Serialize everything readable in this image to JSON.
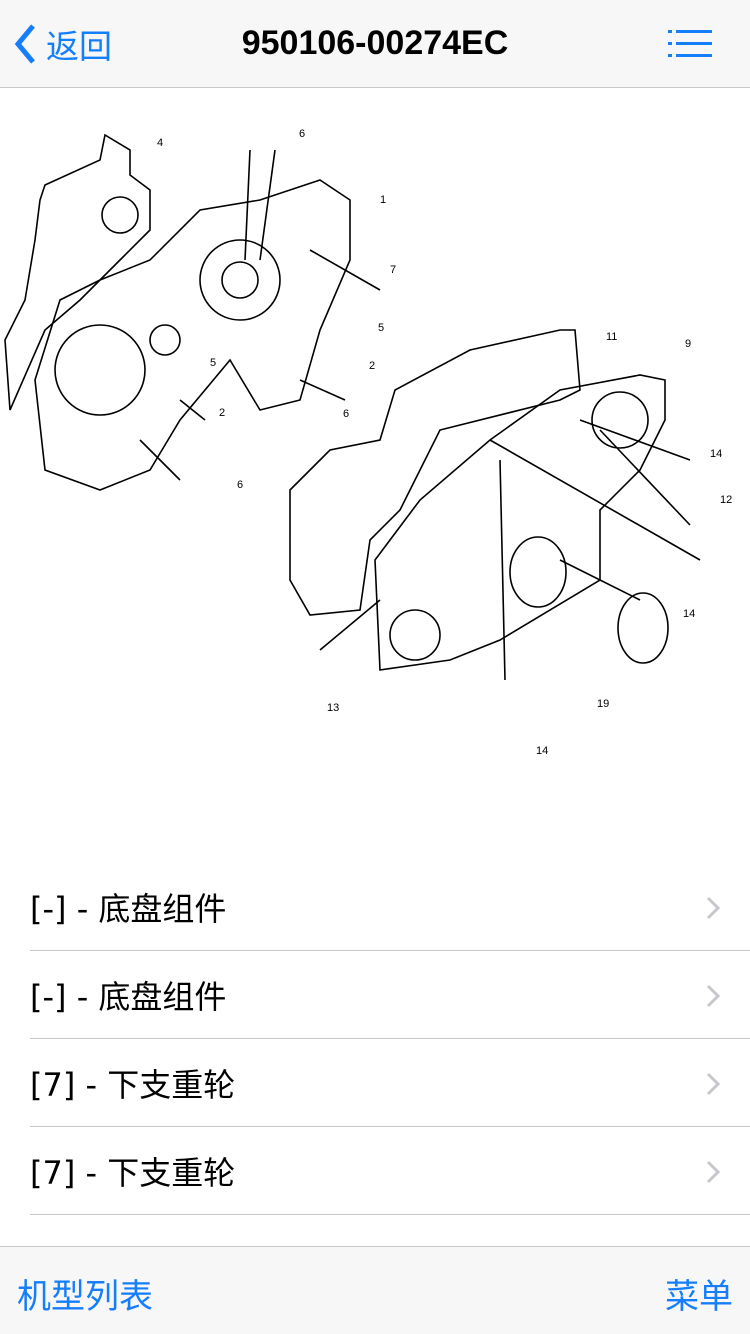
{
  "nav": {
    "back_label": "返回",
    "title": "950106-00274EC"
  },
  "diagram": {
    "callouts": [
      "6",
      "4",
      "1",
      "7",
      "5",
      "2",
      "5",
      "2",
      "6",
      "6",
      "11",
      "9",
      "14",
      "12",
      "14",
      "13",
      "19",
      "14"
    ]
  },
  "list": {
    "items": [
      {
        "label": "[-] - 底盘组件"
      },
      {
        "label": "[-] - 底盘组件"
      },
      {
        "label": "[7] - 下支重轮"
      },
      {
        "label": "[7] - 下支重轮"
      }
    ]
  },
  "tabbar": {
    "left_label": "机型列表",
    "right_label": "菜单"
  },
  "colors": {
    "accent": "#157efb"
  }
}
